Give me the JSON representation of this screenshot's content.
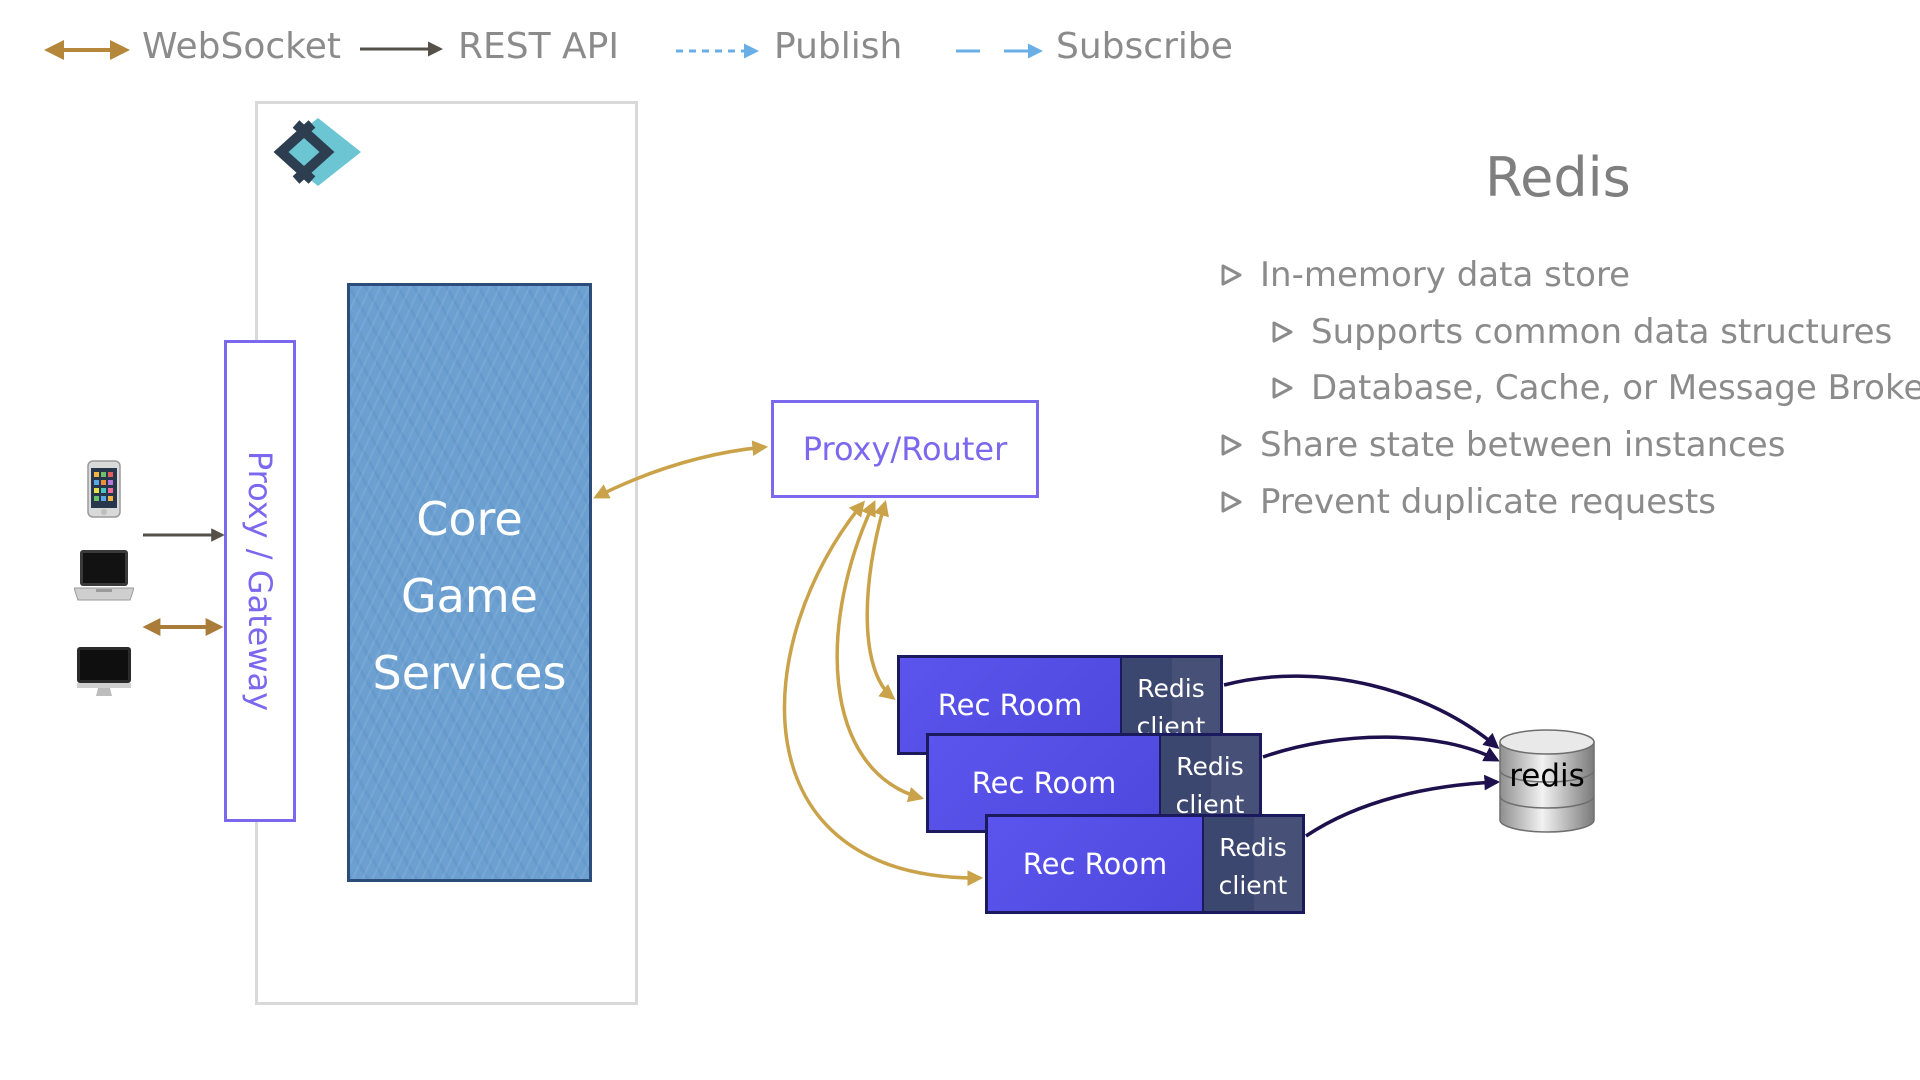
{
  "legend": [
    {
      "label": "WebSocket",
      "color": "#b5873a",
      "style": "double-arrow"
    },
    {
      "label": "REST API",
      "color": "#55504a",
      "style": "arrow"
    },
    {
      "label": "Publish",
      "color": "#6aaee6",
      "style": "dashed-arrow"
    },
    {
      "label": "Subscribe",
      "color": "#6aaee6",
      "style": "long-dash-arrow"
    }
  ],
  "logo": {
    "icon": "diamond-logo-icon",
    "colors": [
      "#2d3e50",
      "#6cc5d3"
    ]
  },
  "devices": [
    "phone-icon",
    "laptop-icon",
    "desktop-icon"
  ],
  "gateway": {
    "label": "Proxy / Gateway"
  },
  "core": {
    "lines": [
      "Core",
      "Game",
      "Services"
    ]
  },
  "router": {
    "label": "Proxy/Router"
  },
  "rec_rooms": [
    {
      "label": "Rec Room",
      "client_line1": "Redis",
      "client_line2": "client"
    },
    {
      "label": "Rec Room",
      "client_line1": "Redis",
      "client_line2": "client"
    },
    {
      "label": "Rec Room",
      "client_line1": "Redis",
      "client_line2": "client"
    }
  ],
  "redis_db": {
    "label": "redis"
  },
  "panel": {
    "title": "Redis",
    "bullets": [
      {
        "text": "In-memory data store",
        "level": 1
      },
      {
        "text": "Supports common data structures",
        "level": 2
      },
      {
        "text": "Database, Cache, or Message Broker",
        "level": 2
      },
      {
        "text": "Share state between instances",
        "level": 1
      },
      {
        "text": "Prevent duplicate requests",
        "level": 1
      }
    ]
  },
  "colors": {
    "websocket": "#c9a24a",
    "rest": "#55504a",
    "accent_purple": "#7b68ee",
    "redis_link": "#1e0f4d"
  }
}
